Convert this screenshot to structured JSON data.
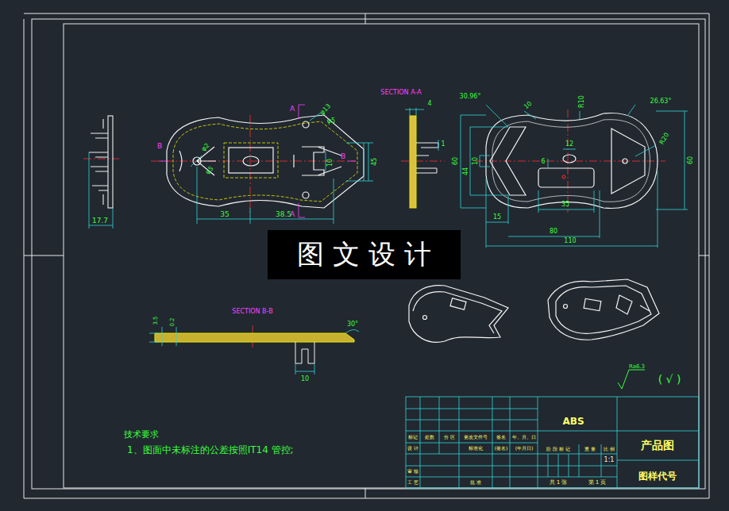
{
  "diagram": {
    "nodes": [
      {
        "text": [
          "图 文 设 计"
        ]
      }
    ],
    "labels": [
      "SECTION A-A",
      "SECTION B-B",
      "17.7",
      "A",
      "A",
      "B",
      "B",
      "φ13",
      "φ5",
      "φ2",
      "φ5",
      "10",
      "45",
      "35",
      "38.5",
      "4",
      "1",
      "30.96°",
      "10",
      "R10",
      "26.63°",
      "R20",
      "12",
      "6",
      "10",
      "44",
      "60",
      "60",
      "35",
      "15",
      "80",
      "110",
      "3.5",
      "0.2",
      "30°",
      "10",
      "Ra6.3",
      "( √ )",
      "技术要求",
      "1、图面中未标注的公差按照IT14 管控;",
      "标记",
      "处数",
      "分 区",
      "更改文件号",
      "签名",
      "年、月、日",
      "设 计",
      "标准化",
      "(签名)",
      "(年月日)",
      "阶 段 标 记",
      "重 量",
      "比 例",
      "1:1",
      "审 核",
      "工 艺",
      "批 准",
      "共 1 张",
      "第 1 页",
      "ABS",
      "产品图",
      "图样代号"
    ]
  }
}
